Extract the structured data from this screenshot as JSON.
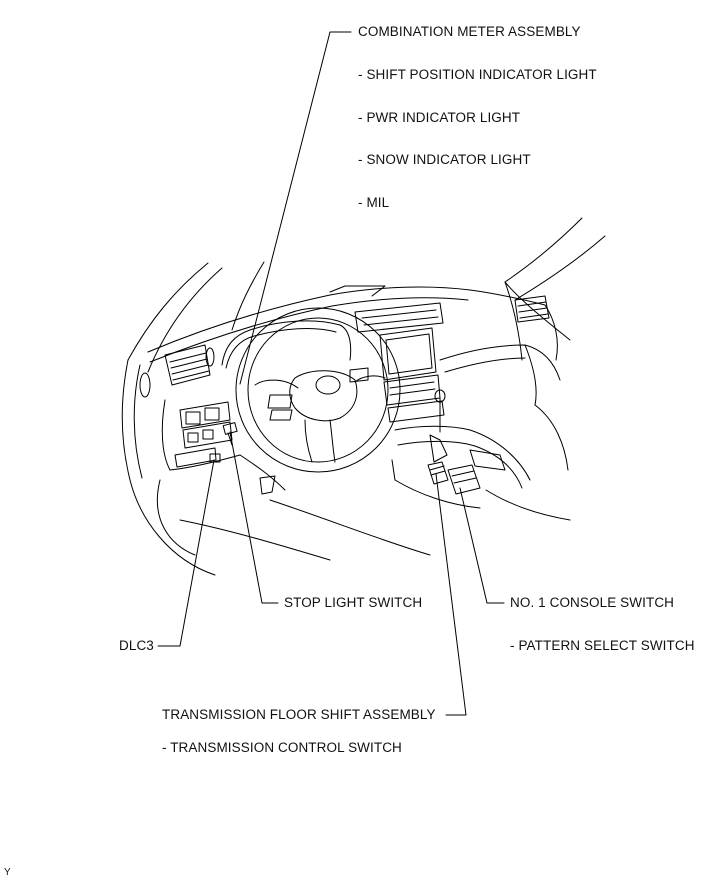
{
  "labels": {
    "combination_meter": "COMBINATION METER ASSEMBLY",
    "shift_position_light": "- SHIFT POSITION INDICATOR LIGHT",
    "pwr_light": "- PWR INDICATOR LIGHT",
    "snow_light": "- SNOW INDICATOR LIGHT",
    "mil": "- MIL",
    "stop_light_switch": "STOP LIGHT SWITCH",
    "console_switch": "NO. 1 CONSOLE SWITCH",
    "pattern_select": "- PATTERN SELECT SWITCH",
    "dlc3": "DLC3",
    "floor_shift": "TRANSMISSION FLOOR SHIFT ASSEMBLY",
    "transmission_control": "- TRANSMISSION CONTROL SWITCH"
  },
  "corner_mark": "Y"
}
